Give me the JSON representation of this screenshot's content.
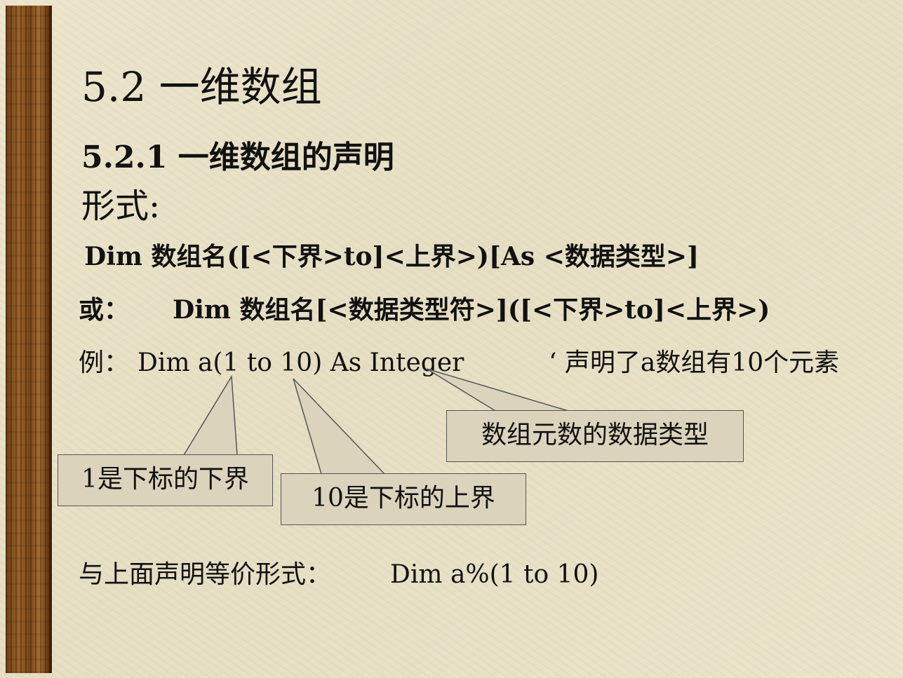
{
  "slide": {
    "title": "5.2 一维数组",
    "subtitle": "5.2.1 一维数组的声明",
    "form_label": "形式:",
    "syntax_1": "Dim 数组名([<下界>to]<上界>)[As <数据类型>]",
    "or_label": "或：",
    "syntax_2": "Dim 数组名[<数据类型符>]([<下界>to]<上界>)",
    "example_label": "例：",
    "example_code": "Dim a(1 to 10) As Integer",
    "example_comment": "‘ 声明了a数组有10个元素",
    "callouts": {
      "lower_bound": "1是下标的下界",
      "upper_bound": "10是下标的上界",
      "data_type": "数组元数的数据类型"
    },
    "equivalent_label": "与上面声明等价形式：",
    "equivalent_code": "Dim a%(1 to 10)"
  },
  "colors": {
    "background": "#e9e2c9",
    "wood_bar": "#8a5523",
    "callout_fill": "#dcd3bc",
    "text": "#111111"
  }
}
